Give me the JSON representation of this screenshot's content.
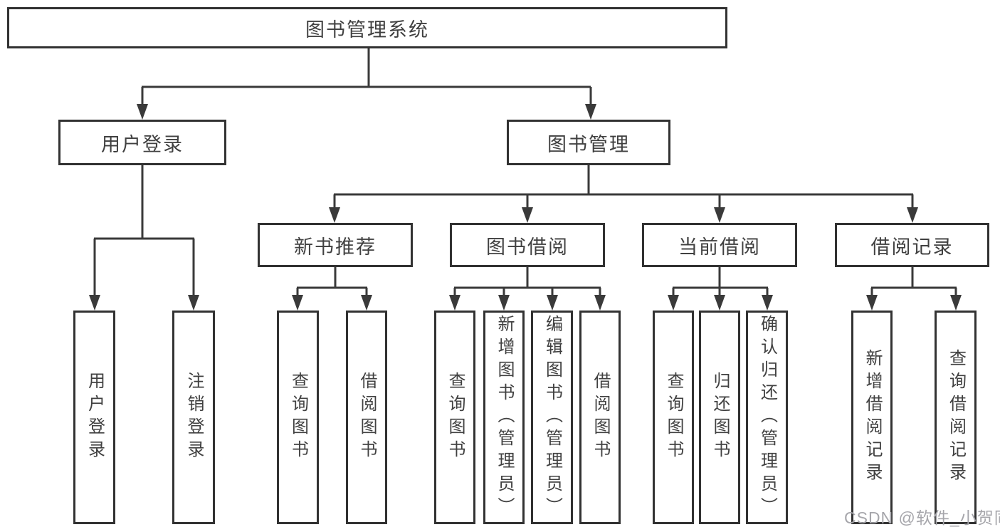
{
  "diagram": {
    "root": {
      "label": "图书管理系统"
    },
    "branches": [
      {
        "label": "用户登录",
        "children": [
          {
            "label": "用户登录"
          },
          {
            "label": "注销登录"
          }
        ]
      },
      {
        "label": "图书管理",
        "children": [
          {
            "label": "新书推荐",
            "children": [
              {
                "label": "查询图书"
              },
              {
                "label": "借阅图书"
              }
            ]
          },
          {
            "label": "图书借阅",
            "children": [
              {
                "label": "查询图书"
              },
              {
                "label": "新增图书（管理员）"
              },
              {
                "label": "编辑图书（管理员）"
              },
              {
                "label": "借阅图书"
              }
            ]
          },
          {
            "label": "当前借阅",
            "children": [
              {
                "label": "查询图书"
              },
              {
                "label": "归还图书"
              },
              {
                "label": "确认归还（管理员）"
              }
            ]
          },
          {
            "label": "借阅记录",
            "children": [
              {
                "label": "新增借阅记录"
              },
              {
                "label": "查询借阅记录"
              }
            ]
          }
        ]
      }
    ]
  },
  "watermark": {
    "text": "CSDN @软件_小贺同学"
  },
  "colors": {
    "line": "#3a3a3a",
    "box_border": "#323232",
    "text": "#404040",
    "watermark": "#a6a6ab",
    "background": "#ffffff"
  }
}
